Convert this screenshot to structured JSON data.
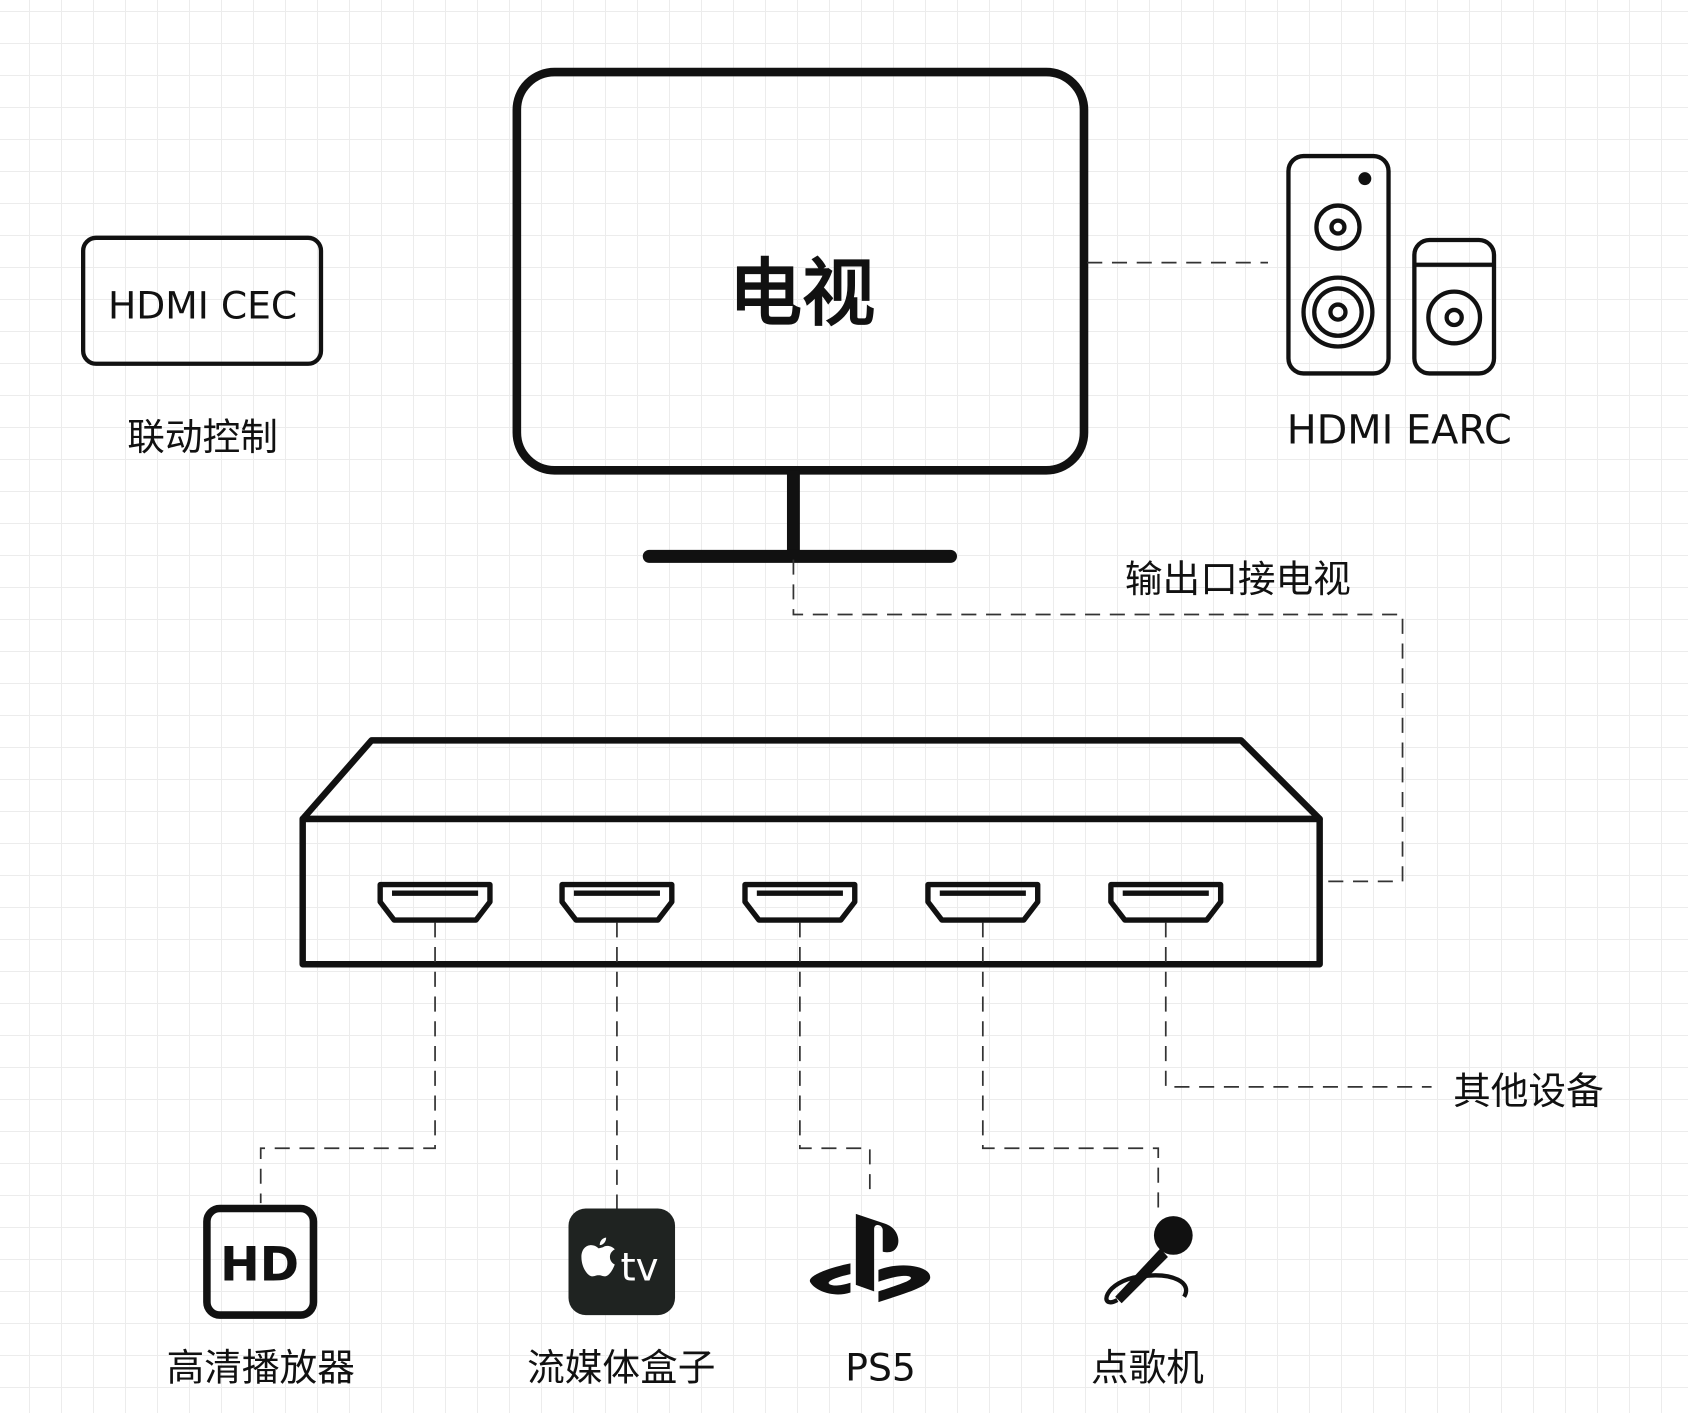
{
  "tv": {
    "label": "电视"
  },
  "cec": {
    "box_label": "HDMI CEC",
    "caption": "联动控制"
  },
  "earc": {
    "label": "HDMI EARC"
  },
  "output_label": "输出口接电视",
  "other_label": "其他设备",
  "devices": [
    {
      "label": "高清播放器",
      "icon_text": "HD"
    },
    {
      "label": "流媒体盒子",
      "icon_text": "tv"
    },
    {
      "label": "PS5"
    },
    {
      "label": "点歌机"
    }
  ],
  "colors": {
    "appletv_bg": "#1f2321",
    "stroke": "#111111"
  }
}
